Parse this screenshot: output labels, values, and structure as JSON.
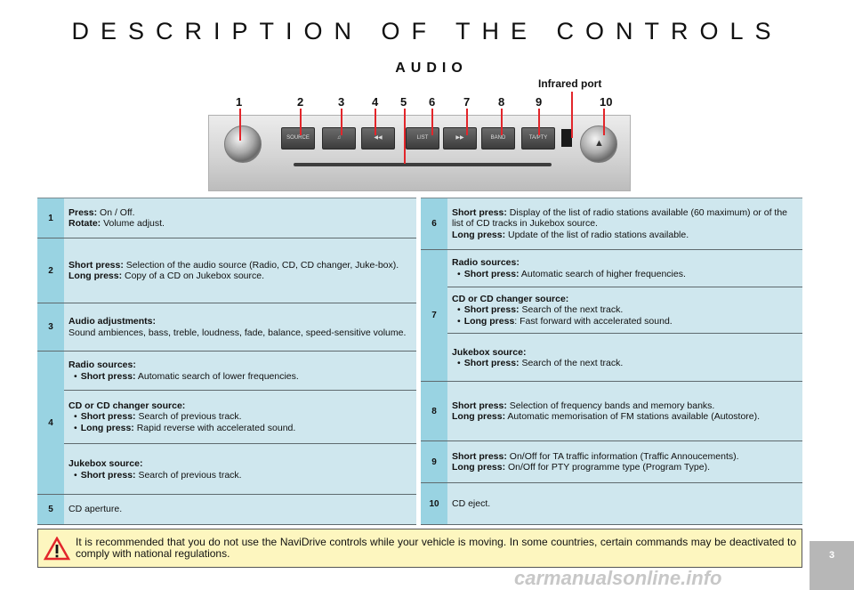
{
  "page": {
    "title": "DESCRIPTION OF THE CONTROLS",
    "subtitle": "AUDIO",
    "page_number": "3",
    "watermark": "carmanualsonline.info"
  },
  "figure": {
    "infrared_label": "Infrared port",
    "callouts": [
      "1",
      "2",
      "3",
      "4",
      "5",
      "6",
      "7",
      "8",
      "9",
      "10"
    ],
    "button_labels": [
      "SOURCE",
      "♫",
      "◀◀",
      "LIST",
      "▶▶",
      "BAND",
      "TA/PTY"
    ],
    "accent": "#e2262b"
  },
  "left_rows": [
    {
      "num": "1",
      "lines": [
        {
          "b": "Press:",
          "t": " On / Off."
        },
        {
          "b": "Rotate:",
          "t": " Volume adjust."
        }
      ]
    },
    {
      "num": "2",
      "lines": [
        {
          "b": "Short press:",
          "t": " Selection of the audio source (Radio, CD, CD changer, Juke-box)."
        },
        {
          "b": "Long press:",
          "t": " Copy of a CD on Jukebox source."
        }
      ]
    },
    {
      "num": "3",
      "lines": [
        {
          "b": "Audio adjustments:",
          "t": ""
        },
        {
          "b": "",
          "t": "Sound ambiences, bass, treble, loudness, fade, balance, speed-sensitive volume."
        }
      ]
    },
    {
      "num": "4",
      "subs": [
        {
          "head": "Radio sources:",
          "bullets": [
            {
              "b": "Short press:",
              "t": " Automatic search of lower frequencies."
            }
          ]
        },
        {
          "head": "CD or CD changer source:",
          "bullets": [
            {
              "b": "Short press:",
              "t": " Search of previous track."
            },
            {
              "b": "Long press:",
              "t": " Rapid reverse with accelerated sound."
            }
          ]
        },
        {
          "head": "Jukebox source:",
          "bullets": [
            {
              "b": "Short press:",
              "t": " Search of previous track."
            }
          ]
        }
      ]
    },
    {
      "num": "5",
      "lines": [
        {
          "b": "",
          "t": "CD aperture."
        }
      ]
    }
  ],
  "right_rows": [
    {
      "num": "6",
      "lines": [
        {
          "b": "Short press:",
          "t": " Display of the list of radio stations available (60 maximum) or of the list of CD tracks in Jukebox source."
        },
        {
          "b": "Long press:",
          "t": " Update of the list of radio stations available."
        }
      ]
    },
    {
      "num": "7",
      "subs": [
        {
          "head": "Radio sources:",
          "bullets": [
            {
              "b": "Short press:",
              "t": " Automatic search of higher frequencies."
            }
          ]
        },
        {
          "head": "CD or CD changer source:",
          "bullets": [
            {
              "b": "Short press:",
              "t": " Search of the next track."
            },
            {
              "b": "Long press",
              "t": ": Fast forward with accelerated sound."
            }
          ]
        },
        {
          "head": "Jukebox source:",
          "bullets": [
            {
              "b": "Short press:",
              "t": " Search of the next track."
            }
          ]
        }
      ]
    },
    {
      "num": "8",
      "lines": [
        {
          "b": "Short press:",
          "t": " Selection of frequency bands and memory banks."
        },
        {
          "b": "Long press:",
          "t": " Automatic memorisation of FM stations available (Autostore)."
        }
      ]
    },
    {
      "num": "9",
      "lines": [
        {
          "b": "Short press:",
          "t": " On/Off for TA traffic information (Traffic Annoucements)."
        },
        {
          "b": "Long press:",
          "t": " On/Off for PTY programme type (Program Type)."
        }
      ]
    },
    {
      "num": "10",
      "lines": [
        {
          "b": "",
          "t": "CD eject."
        }
      ]
    }
  ],
  "warning": {
    "text": "It is recommended that you do not use the NaviDrive controls while your vehicle is moving. In some countries, certain commands may be deactivated to comply with national regulations.",
    "icon": "warning-triangle-icon"
  }
}
